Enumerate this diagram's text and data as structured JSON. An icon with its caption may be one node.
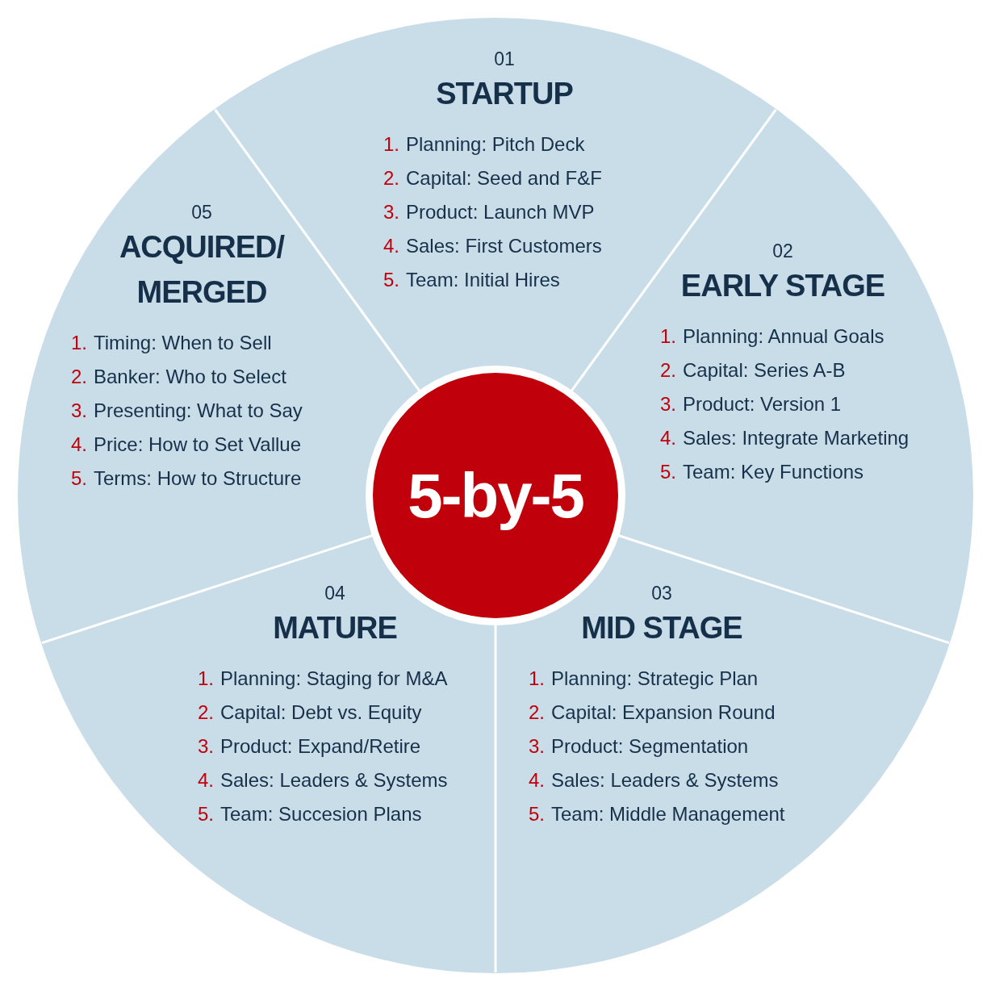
{
  "diagram": {
    "nodes": [
      {
        "text": [
          "01",
          "STARTUP",
          "1. Planning: Pitch Deck",
          "2. Capital: Seed and F&F",
          "3. Product: Launch MVP",
          "4. Sales: First Customers",
          "5. Team: Initial Hires"
        ]
      },
      {
        "text": [
          "02",
          "EARLY STAGE",
          "1. Planning: Annual Goals",
          "2. Capital: Series A-B",
          "3. Product: Version 1",
          "4. Sales: Integrate Marketing",
          "5. Team: Key Functions"
        ]
      },
      {
        "text": [
          "03",
          "MID STAGE",
          "1. Planning: Strategic Plan",
          "2. Capital: Expansion Round",
          "3. Product: Segmentation",
          "4. Sales: Leaders & Systems",
          "5. Team: Middle Management"
        ]
      },
      {
        "text": [
          "04",
          "MATURE",
          "1. Planning: Staging for M&A",
          "2. Capital: Debt vs. Equity",
          "3. Product: Expand/Retire",
          "4. Sales: Leaders & Systems",
          "5. Team: Succesion Plans"
        ]
      },
      {
        "text": [
          "05",
          "ACQUIRED/ MERGED",
          "1. Timing: When to Sell",
          "2. Banker: Who to Select",
          "3. Presenting: What to Say",
          "4. Price: How to Set Vallue",
          "5. Terms: How to Structure"
        ]
      },
      {
        "text": [
          "5-by-5"
        ]
      }
    ],
    "edges": []
  }
}
